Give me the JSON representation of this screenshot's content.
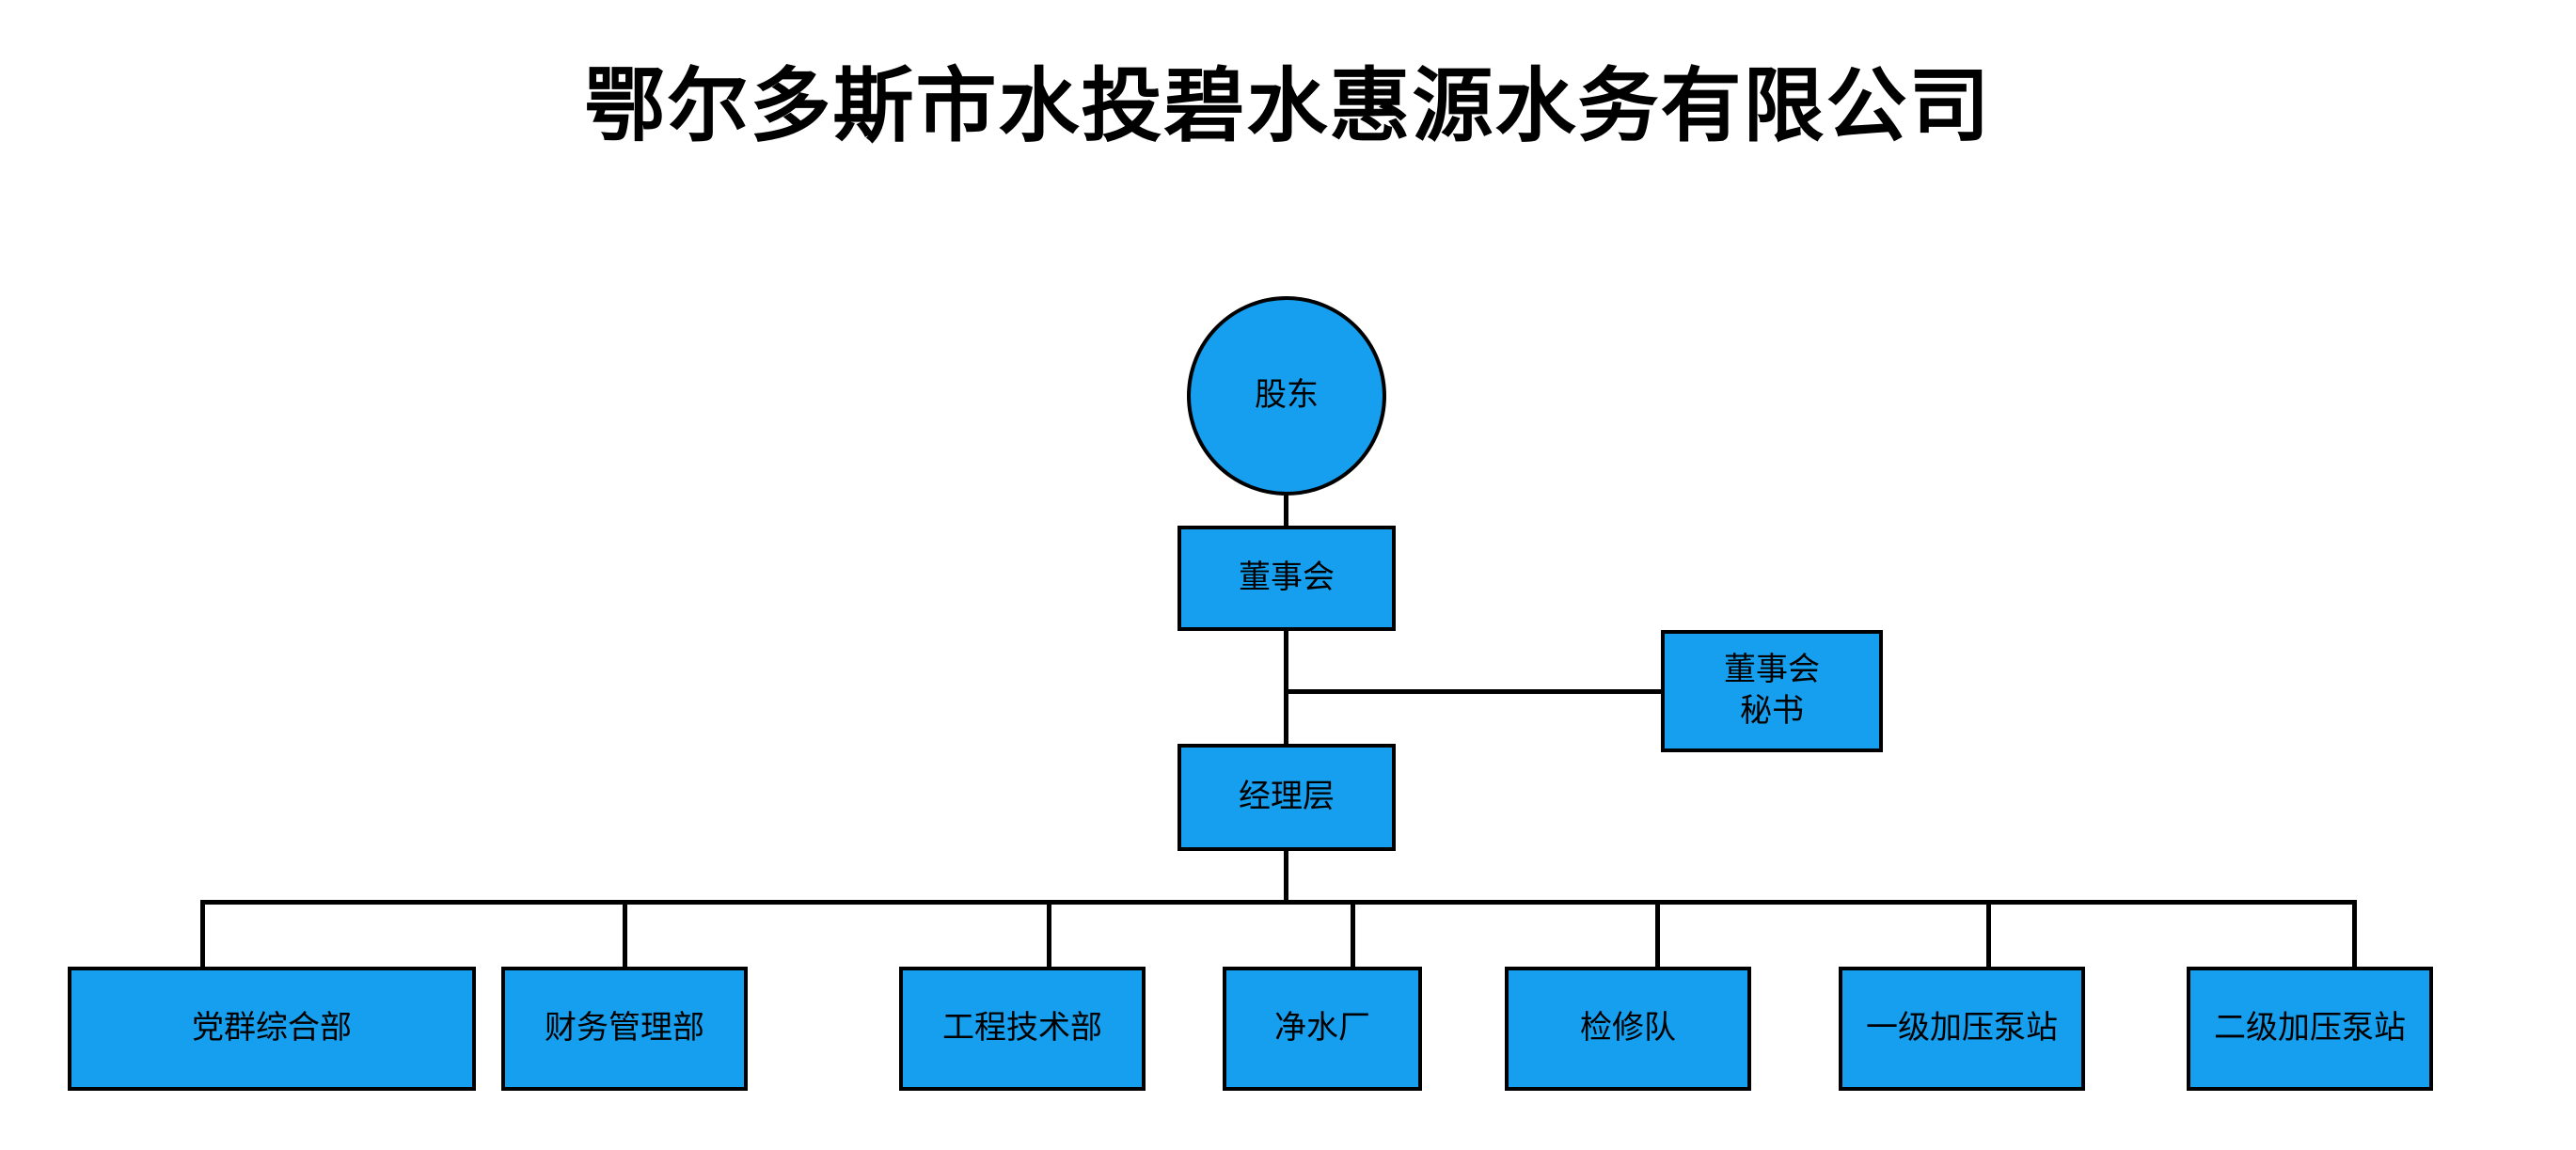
{
  "chart_data": {
    "type": "diagram",
    "diagram_kind": "organizational-chart",
    "title": "鄂尔多斯市水投碧水惠源水务有限公司",
    "node_fill_color": "#169FEE",
    "node_border_color": "#000000",
    "connector_color": "#000000",
    "background_color": "#FFFFFF",
    "text_color": "#000000",
    "levels": [
      {
        "level": 1,
        "nodes": [
          "股东"
        ]
      },
      {
        "level": 2,
        "nodes": [
          "董事会"
        ]
      },
      {
        "level": 2.5,
        "nodes": [
          "董事会\n秘书"
        ]
      },
      {
        "level": 3,
        "nodes": [
          "经理层"
        ]
      },
      {
        "level": 4,
        "nodes": [
          "党群综合部",
          "财务管理部",
          "工程技术部",
          "净水厂",
          "检修队",
          "一级加压泵站",
          "二级加压泵站"
        ]
      }
    ],
    "edges": [
      {
        "from": "股东",
        "to": "董事会"
      },
      {
        "from": "董事会",
        "to": "经理层"
      },
      {
        "from": "董事会",
        "to": "董事会秘书",
        "style": "side-branch"
      },
      {
        "from": "经理层",
        "to": "党群综合部"
      },
      {
        "from": "经理层",
        "to": "财务管理部"
      },
      {
        "from": "经理层",
        "to": "工程技术部"
      },
      {
        "from": "经理层",
        "to": "净水厂"
      },
      {
        "from": "经理层",
        "to": "检修队"
      },
      {
        "from": "经理层",
        "to": "一级加压泵站"
      },
      {
        "from": "经理层",
        "to": "二级加压泵站"
      }
    ]
  },
  "nodes": {
    "shareholders": {
      "label": "股东"
    },
    "board_of_directors": {
      "label": "董事会"
    },
    "board_secretary": {
      "label": "董事会\n秘书"
    },
    "management": {
      "label": "经理层"
    }
  },
  "departments": [
    {
      "label": "党群综合部"
    },
    {
      "label": "财务管理部"
    },
    {
      "label": "工程技术部"
    },
    {
      "label": "净水厂"
    },
    {
      "label": "检修队"
    },
    {
      "label": "一级加压泵站"
    },
    {
      "label": "二级加压泵站"
    }
  ]
}
